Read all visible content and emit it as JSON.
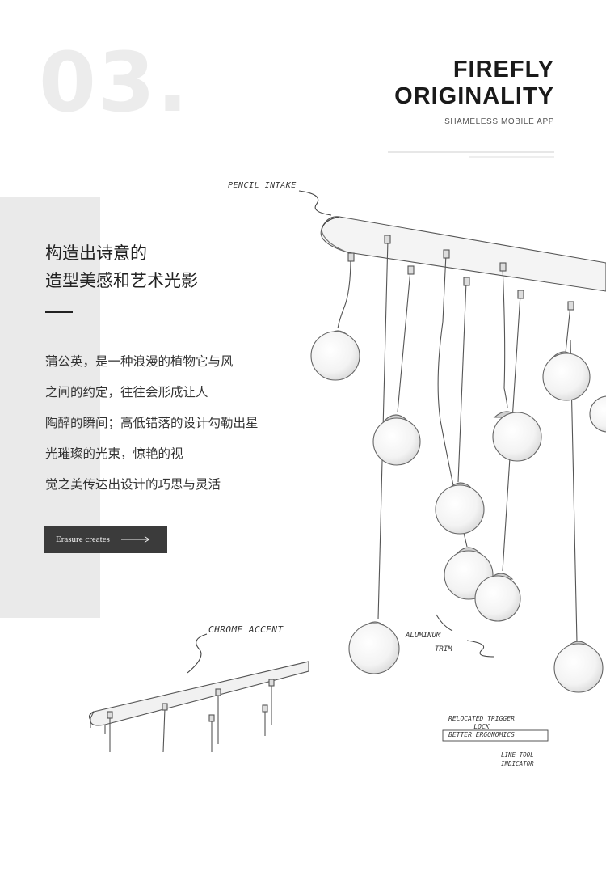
{
  "header": {
    "number": "03.",
    "title_line1": "FIREFLY",
    "title_line2": "ORIGINALITY",
    "subtitle": "SHAMELESS MOBILE APP"
  },
  "headline": [
    "构造出诗意的",
    "造型美感和艺术光影"
  ],
  "body": [
    "蒲公英，是一种浪漫的植物它与风",
    "之间的约定，往往会形成让人",
    "陶醉的瞬间；高低错落的设计勾勒出星",
    "光璀璨的光束，惊艳的视",
    "觉之美传达出设计的巧思与灵活"
  ],
  "cta": {
    "label": "Erasure creates",
    "icon": "arrow-right-icon"
  },
  "annotations": {
    "pencil_intake": "PENCIL INTAKE",
    "chrome_accent": "CHROME ACCENT",
    "aluminum": "ALUMINUM",
    "trim": "TRIM",
    "relocated_trigger": "RELOCATED TRIGGER",
    "lock": "LOCK",
    "better_ergonomics": "BETTER ERGONOMICS",
    "line_tool": "LINE TOOL",
    "indicator": "INDICATOR"
  },
  "colors": {
    "panel_gray": "#eaeaea",
    "button_dark": "#3b3b3b",
    "number_gray": "#ececec",
    "text_dark": "#1a1a1a"
  }
}
